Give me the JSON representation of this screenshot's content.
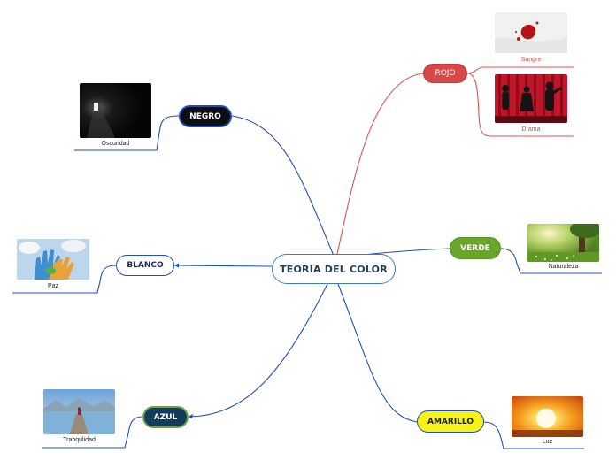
{
  "central": {
    "label": "TEORIA DEL COLOR"
  },
  "branches": {
    "negro": {
      "label": "NEGRO",
      "caption": "Oscuridad"
    },
    "blanco": {
      "label": "BLANCO",
      "caption": "Paz"
    },
    "azul": {
      "label": "AZUL",
      "caption": "Trabqulidad"
    },
    "rojo": {
      "label": "ROJO",
      "captions": [
        "Sangre",
        "Drama"
      ]
    },
    "verde": {
      "label": "VERDE",
      "caption": "Naturaleza"
    },
    "amarillo": {
      "label": "AMARILLO",
      "caption": "Luz"
    }
  },
  "colors": {
    "blue_link": "#1f4fb5",
    "red_link": "#e05050",
    "central_border": "#3b7fa3",
    "negro": "#0d0d14",
    "azul": "#123b5c",
    "rojo": "#d94848",
    "verde": "#6aa62b",
    "amarillo": "#f6f21a"
  }
}
